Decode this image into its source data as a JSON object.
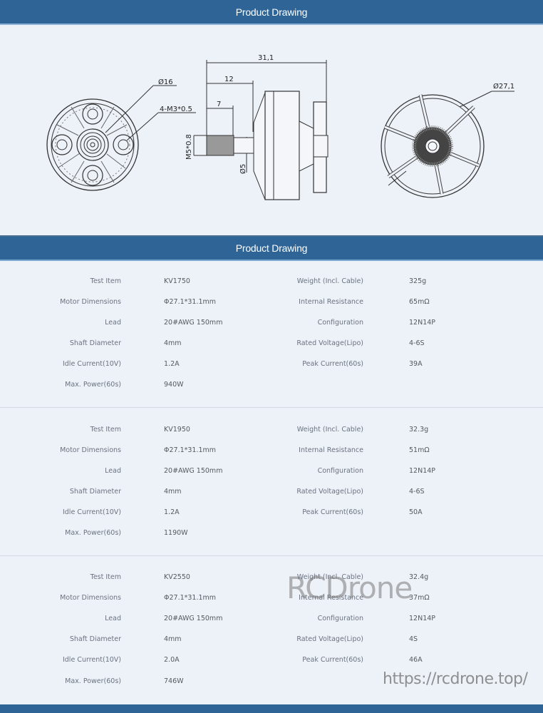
{
  "banners": {
    "top_title": "Product Drawing",
    "mid_title": "Product Drawing"
  },
  "drawing": {
    "front_view": {
      "diameter_label": "Ø16",
      "thread_label": "4-M3*0.5"
    },
    "side_view": {
      "overall_length": "31,1",
      "shaft_length": "12",
      "thread_length": "7",
      "shaft_thread": "M5*0.8",
      "shaft_diameter": "Ø5"
    },
    "rear_view": {
      "diameter_label": "Ø27,1"
    }
  },
  "spec_labels": {
    "left": [
      "Test Item",
      "Motor Dimensions",
      "Lead",
      "Shaft Diameter",
      "Idle Current(10V)",
      "Max. Power(60s)"
    ],
    "right": [
      "Weight (Incl. Cable)",
      "Internal Resistance",
      "Configuration",
      "Rated Voltage(Lipo)",
      "Peak Current(60s)"
    ]
  },
  "specs": [
    {
      "left": [
        "KV1750",
        "Φ27.1*31.1mm",
        "20#AWG 150mm",
        "4mm",
        "1.2A",
        "940W"
      ],
      "right": [
        "325g",
        "65mΩ",
        "12N14P",
        "4-6S",
        "39A"
      ]
    },
    {
      "left": [
        "KV1950",
        "Φ27.1*31.1mm",
        "20#AWG 150mm",
        "4mm",
        "1.2A",
        "1190W"
      ],
      "right": [
        "32.3g",
        "51mΩ",
        "12N14P",
        "4-6S",
        "50A"
      ]
    },
    {
      "left": [
        "KV2550",
        "Φ27.1*31.1mm",
        "20#AWG 150mm",
        "4mm",
        "2.0A",
        "746W"
      ],
      "right": [
        "32.4g",
        "37mΩ",
        "12N14P",
        "4S",
        "46A"
      ]
    }
  ],
  "watermark": {
    "brand": "RCDrone",
    "url": "https://rcdrone.top/"
  },
  "colors": {
    "banner": "#2f6496",
    "background": "#edf1f8",
    "label_text": "#6b7380",
    "value_text": "#55595f"
  }
}
